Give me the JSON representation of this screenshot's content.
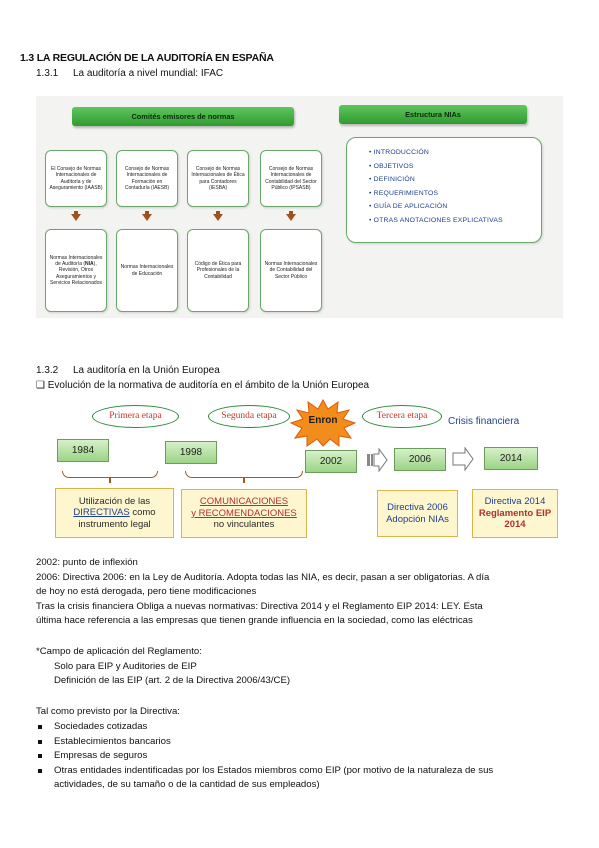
{
  "section": {
    "title": "1.3 LA REGULACIÓN DE LA AUDITORÍA EN ESPAÑA",
    "sub1_num": "1.3.1",
    "sub1_title": "La auditoría a nivel mundial: IFAC",
    "sub2_num": "1.3.2",
    "sub2_title": "La auditoría en la Unión Europea",
    "eu_check": "❑",
    "eu_heading": "Evolución de la normativa de auditoría en el ámbito de la Unión Europea"
  },
  "ifac": {
    "left_header": "Comités emisores de normas",
    "right_header": "Estructura NIAs",
    "councils": [
      "El Consejo de Normas Internacionales de Auditoría y de Aseguramiento (IAASB)",
      "Consejo de Normas Internacionales de Formación en Contaduría (IAESB)",
      "Consejo de Normas Internacionales de Ética para Contadores (IESBA)",
      "Consejo de Normas Internacionales de Contabilidad del Sector Público (IPSASB)"
    ],
    "norms": [
      {
        "pre": "Normas Internacionales de Auditoría (",
        "bold": "NIA",
        "post": "), Revisión, Otros Aseguramientos y Servicios Relacionados"
      },
      {
        "pre": "Normas Internacionales de Educación",
        "bold": "",
        "post": ""
      },
      {
        "pre": "Código de Ética para Profesionales de la Contabilidad",
        "bold": "",
        "post": ""
      },
      {
        "pre": "Normas Internacionales de Contabilidad del Sector Público",
        "bold": "",
        "post": ""
      }
    ],
    "structure": [
      "INTRODUCCIÓN",
      "OBJETIVOS",
      "DEFINICIÓN",
      "REQUERIMIENTOS",
      "GUÍA DE APLICACIÓN",
      "OTRAS ANOTACIONES EXPLICATIVAS"
    ]
  },
  "eu_timeline": {
    "stages": [
      "Primera etapa",
      "Segunda etapa",
      "Tercera etapa"
    ],
    "enron": "Enron",
    "crisis": "Crisis financiera",
    "years": [
      "1984",
      "1998",
      "2002",
      "2006",
      "2014"
    ],
    "box1": {
      "l1": "Utilización de las",
      "l2a": "DIRECTIVAS",
      "l2b": " como",
      "l3": "instrumento legal"
    },
    "box2": {
      "l1": "COMUNICACIONES",
      "l2": "y RECOMENDACIONES",
      "l3": "no vinculantes"
    },
    "box3": {
      "l1": "Directiva 2006",
      "l2": "Adopción NIAs"
    },
    "box4": {
      "l1": "Directiva 2014",
      "l2": "Reglamento EIP",
      "l3": "2014"
    },
    "colors": {
      "stage_text": "#c0392b",
      "year_fill": "#b8e0a4",
      "box_fill": "#fdf6cf",
      "enron_star": "#f28c1a"
    }
  },
  "paragraphs": {
    "p2002": "2002: punto de inflexión",
    "p2006a": "2006: Directiva 2006: en la Ley de Auditoría. Adopta todas las NIA, es decir, pasan a ser obligatorias. A día",
    "p2006b": "de hoy no está derogada, pero tiene modificaciones",
    "pcrisis_a": "Tras la crisis financiera  Obliga a nuevas normativas: Directiva 2014 y el Reglamento EIP 2014: LEY. Esta",
    "pcrisis_b": "última hace referencia a las empresas que tienen grande influencia en la sociedad, como las eléctricas",
    "campo": "*Campo de aplicación del Reglamento:",
    "campo1": "Solo para EIP y Auditories de EIP",
    "campo2": "Definición de las EIP (art. 2 de la Directiva 2006/43/CE)",
    "tal": "Tal como previsto por la Directiva:"
  },
  "bullets": [
    "Sociedades cotizadas",
    "Establecimientos bancarios",
    "Empresas de seguros",
    "Otras entidades indentificadas por los Estados miembros como EIP (por motivo de la naturaleza de sus"
  ],
  "bullet_cont": "actividades, de su tamaño o de la cantidad de sus empleados)"
}
